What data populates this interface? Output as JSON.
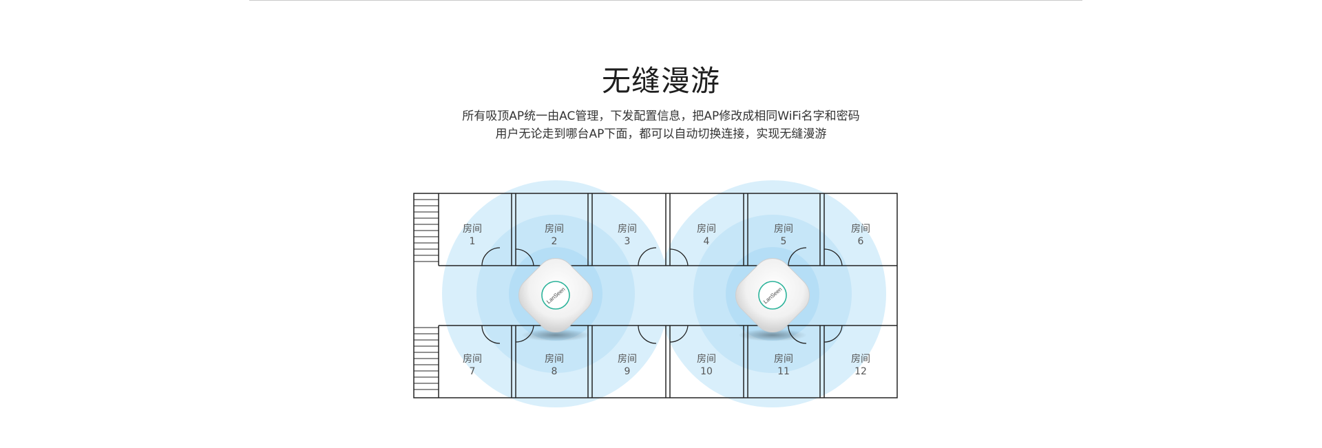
{
  "header": {
    "title": "无缝漫游",
    "description_line1": "所有吸顶AP统一由AC管理，下发配置信息，把AP修改成相同WiFi名字和密码",
    "description_line2": "用户无论走到哪台AP下面，都可以自动切换连接，实现无缝漫游"
  },
  "floorplan": {
    "coverage_color": "#bfe3f8",
    "rooms": [
      {
        "name": "房间",
        "number": "1"
      },
      {
        "name": "房间",
        "number": "2"
      },
      {
        "name": "房间",
        "number": "3"
      },
      {
        "name": "房间",
        "number": "4"
      },
      {
        "name": "房间",
        "number": "5"
      },
      {
        "name": "房间",
        "number": "6"
      },
      {
        "name": "房间",
        "number": "7"
      },
      {
        "name": "房间",
        "number": "8"
      },
      {
        "name": "房间",
        "number": "9"
      },
      {
        "name": "房间",
        "number": "10"
      },
      {
        "name": "房间",
        "number": "11"
      },
      {
        "name": "房间",
        "number": "12"
      }
    ],
    "access_points": [
      {
        "logo": "LanSeen"
      },
      {
        "logo": "LanSeen"
      }
    ]
  }
}
